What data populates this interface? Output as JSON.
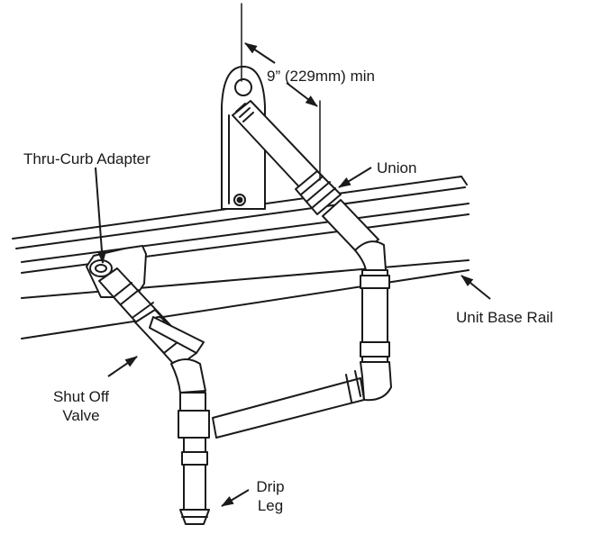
{
  "labels": {
    "dimension": "9” (229mm) min",
    "union": "Union",
    "adapter": "Thru-Curb Adapter",
    "base_rail": "Unit Base Rail",
    "shutoff_line1": "Shut Off",
    "shutoff_line2": "Valve",
    "drip_line1": "Drip",
    "drip_line2": "Leg"
  },
  "colors": {
    "ink": "#1a1a1a",
    "background": "#ffffff"
  }
}
